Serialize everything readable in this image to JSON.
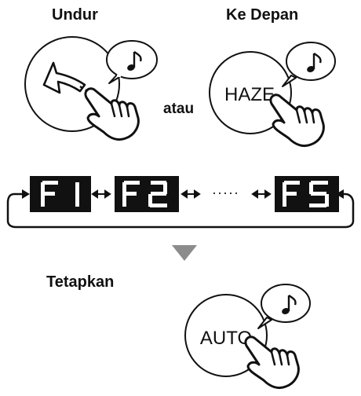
{
  "labels": {
    "back": "Undur",
    "forward": "Ke Depan",
    "or": "atau",
    "confirm": "Tetapkan"
  },
  "buttons": {
    "haze": "HAZE",
    "auto": "AUTO"
  },
  "display_segments": [
    "F1",
    "F2",
    "F5"
  ],
  "ellipsis": "·····",
  "icons": [
    "music-note-icon",
    "back-arrow-icon",
    "pointing-hand-icon",
    "down-triangle-icon"
  ]
}
